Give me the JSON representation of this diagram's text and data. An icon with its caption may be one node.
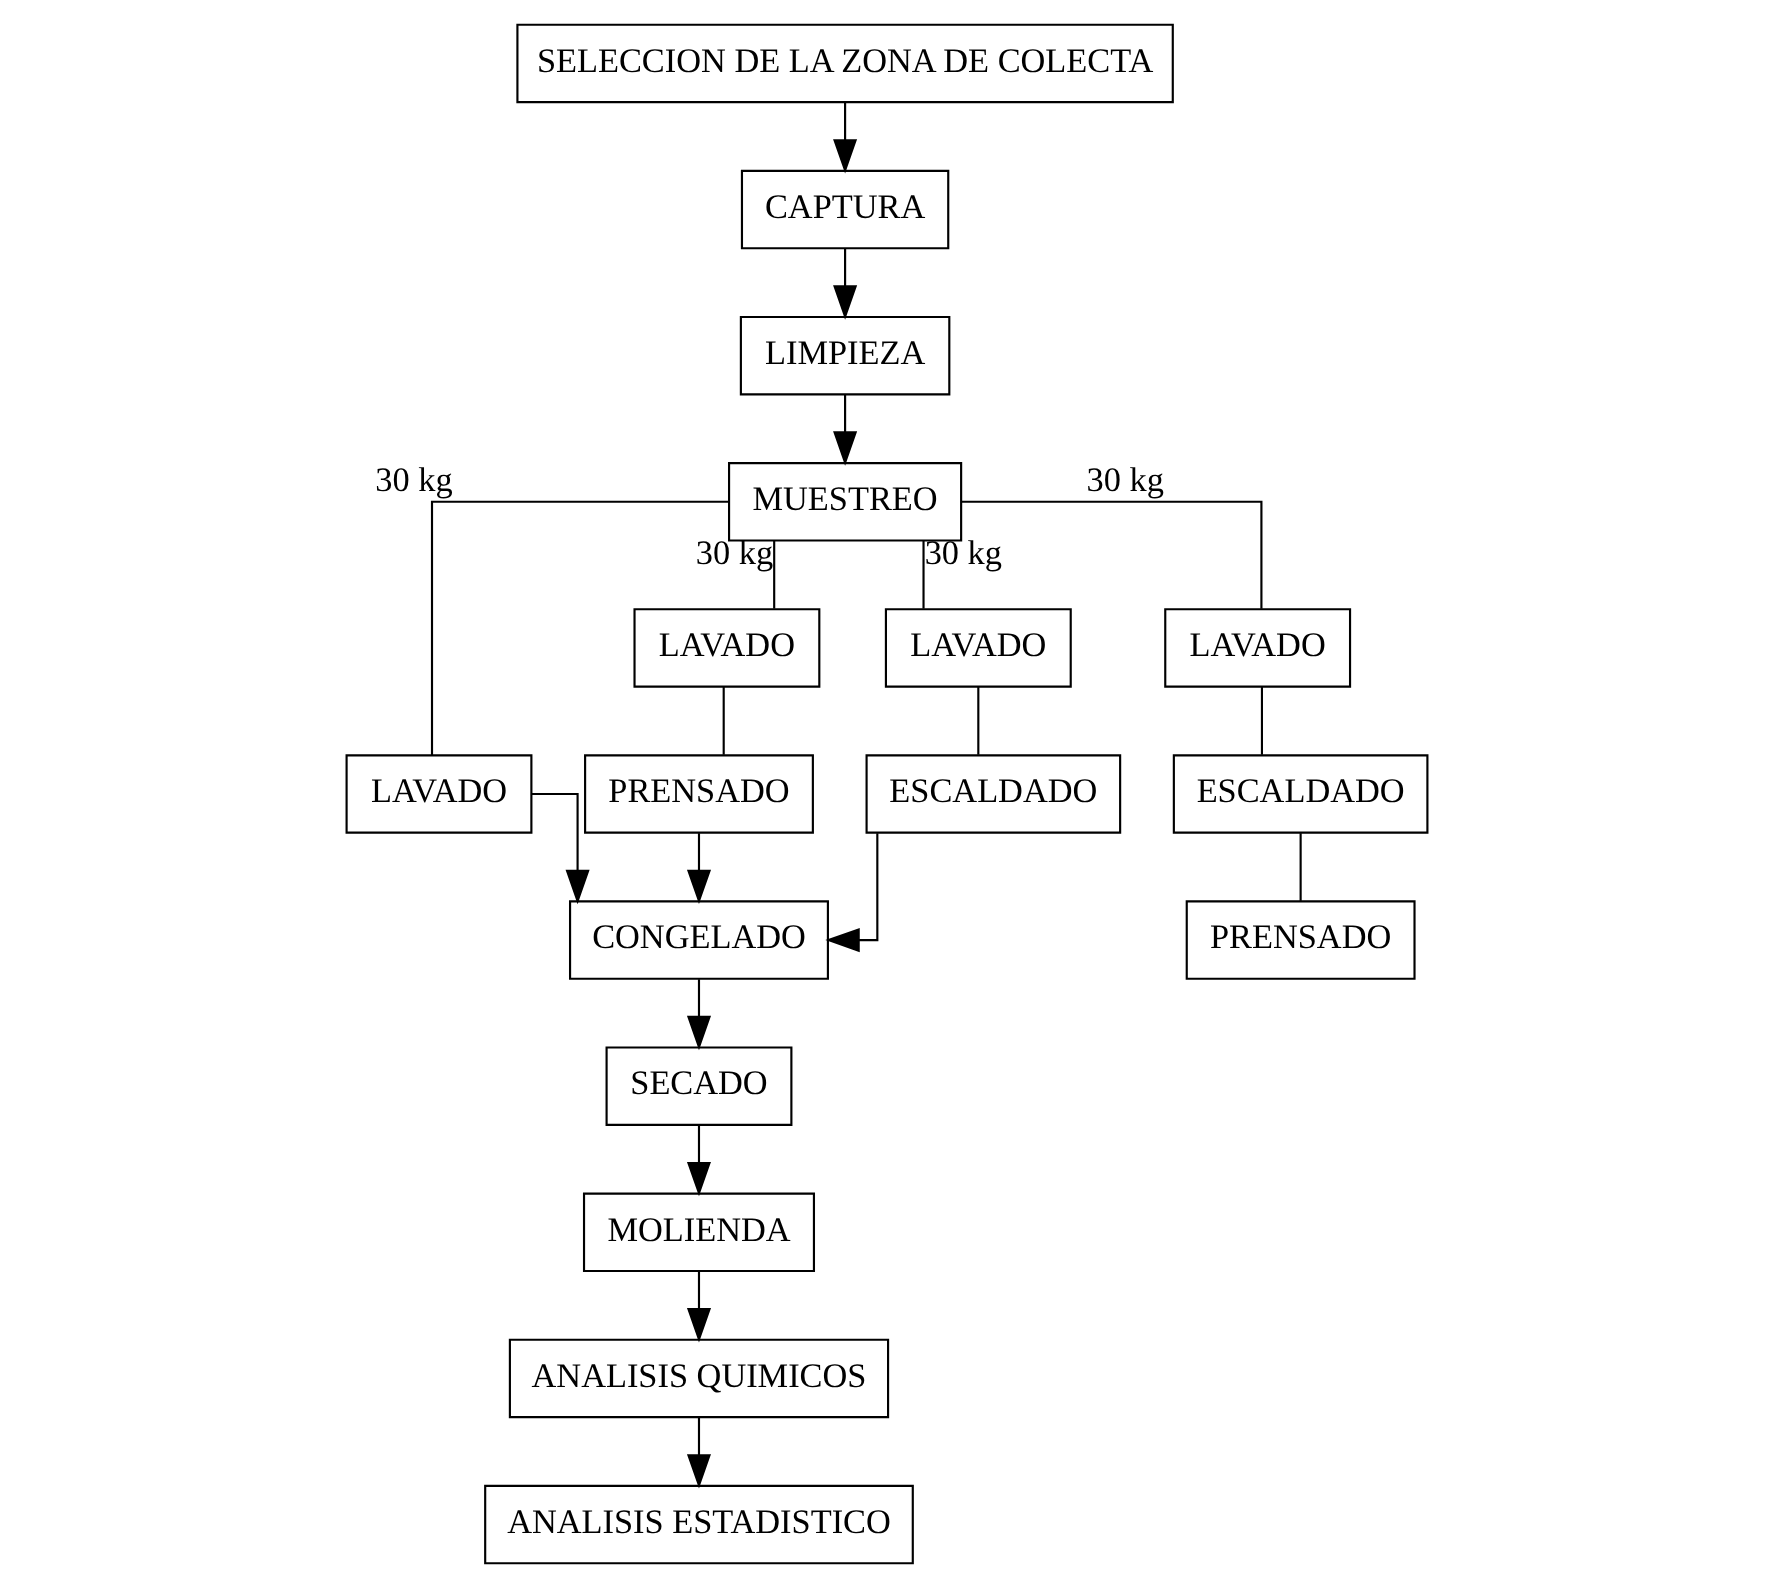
{
  "diagram": {
    "nodes": [
      {
        "text": [
          "SELECCION DE LA ZONA DE COLECTA"
        ]
      },
      {
        "text": [
          "CAPTURA"
        ]
      },
      {
        "text": [
          "LIMPIEZA"
        ]
      },
      {
        "text": [
          "MUESTREO"
        ]
      },
      {
        "text": [
          "LAVADO"
        ]
      },
      {
        "text": [
          "LAVADO"
        ]
      },
      {
        "text": [
          "LAVADO"
        ]
      },
      {
        "text": [
          "LAVADO"
        ]
      },
      {
        "text": [
          "PRENSADO"
        ]
      },
      {
        "text": [
          "ESCALDADO"
        ]
      },
      {
        "text": [
          "ESCALDADO"
        ]
      },
      {
        "text": [
          "CONGELADO"
        ]
      },
      {
        "text": [
          "PRENSADO"
        ]
      },
      {
        "text": [
          "SECADO"
        ]
      },
      {
        "text": [
          "MOLIENDA"
        ]
      },
      {
        "text": [
          "ANALISIS QUIMICOS"
        ]
      },
      {
        "text": [
          "ANALISIS ESTADISTICO"
        ]
      }
    ],
    "edges": [
      {
        "from": 0,
        "to": 1,
        "arrow": "to"
      },
      {
        "from": 1,
        "to": 2,
        "arrow": "to"
      },
      {
        "from": 2,
        "to": 3,
        "arrow": "to"
      },
      {
        "from": 3,
        "to": 4,
        "arrow": "none",
        "label": "30 kg"
      },
      {
        "from": 3,
        "to": 5,
        "arrow": "none",
        "label": "30 kg"
      },
      {
        "from": 3,
        "to": 6,
        "arrow": "none",
        "label": "30 kg"
      },
      {
        "from": 3,
        "to": 7,
        "arrow": "none",
        "label": "30 kg"
      },
      {
        "from": 4,
        "to": 11,
        "arrow": "to"
      },
      {
        "from": 5,
        "to": 8,
        "arrow": "none"
      },
      {
        "from": 8,
        "to": 11,
        "arrow": "to"
      },
      {
        "from": 6,
        "to": 9,
        "arrow": "none"
      },
      {
        "from": 9,
        "to": 11,
        "arrow": "to"
      },
      {
        "from": 7,
        "to": 10,
        "arrow": "none"
      },
      {
        "from": 10,
        "to": 12,
        "arrow": "none"
      },
      {
        "from": 11,
        "to": 13,
        "arrow": "to"
      },
      {
        "from": 13,
        "to": 14,
        "arrow": "to"
      },
      {
        "from": 14,
        "to": 15,
        "arrow": "to"
      },
      {
        "from": 15,
        "to": 16,
        "arrow": "to"
      }
    ]
  }
}
